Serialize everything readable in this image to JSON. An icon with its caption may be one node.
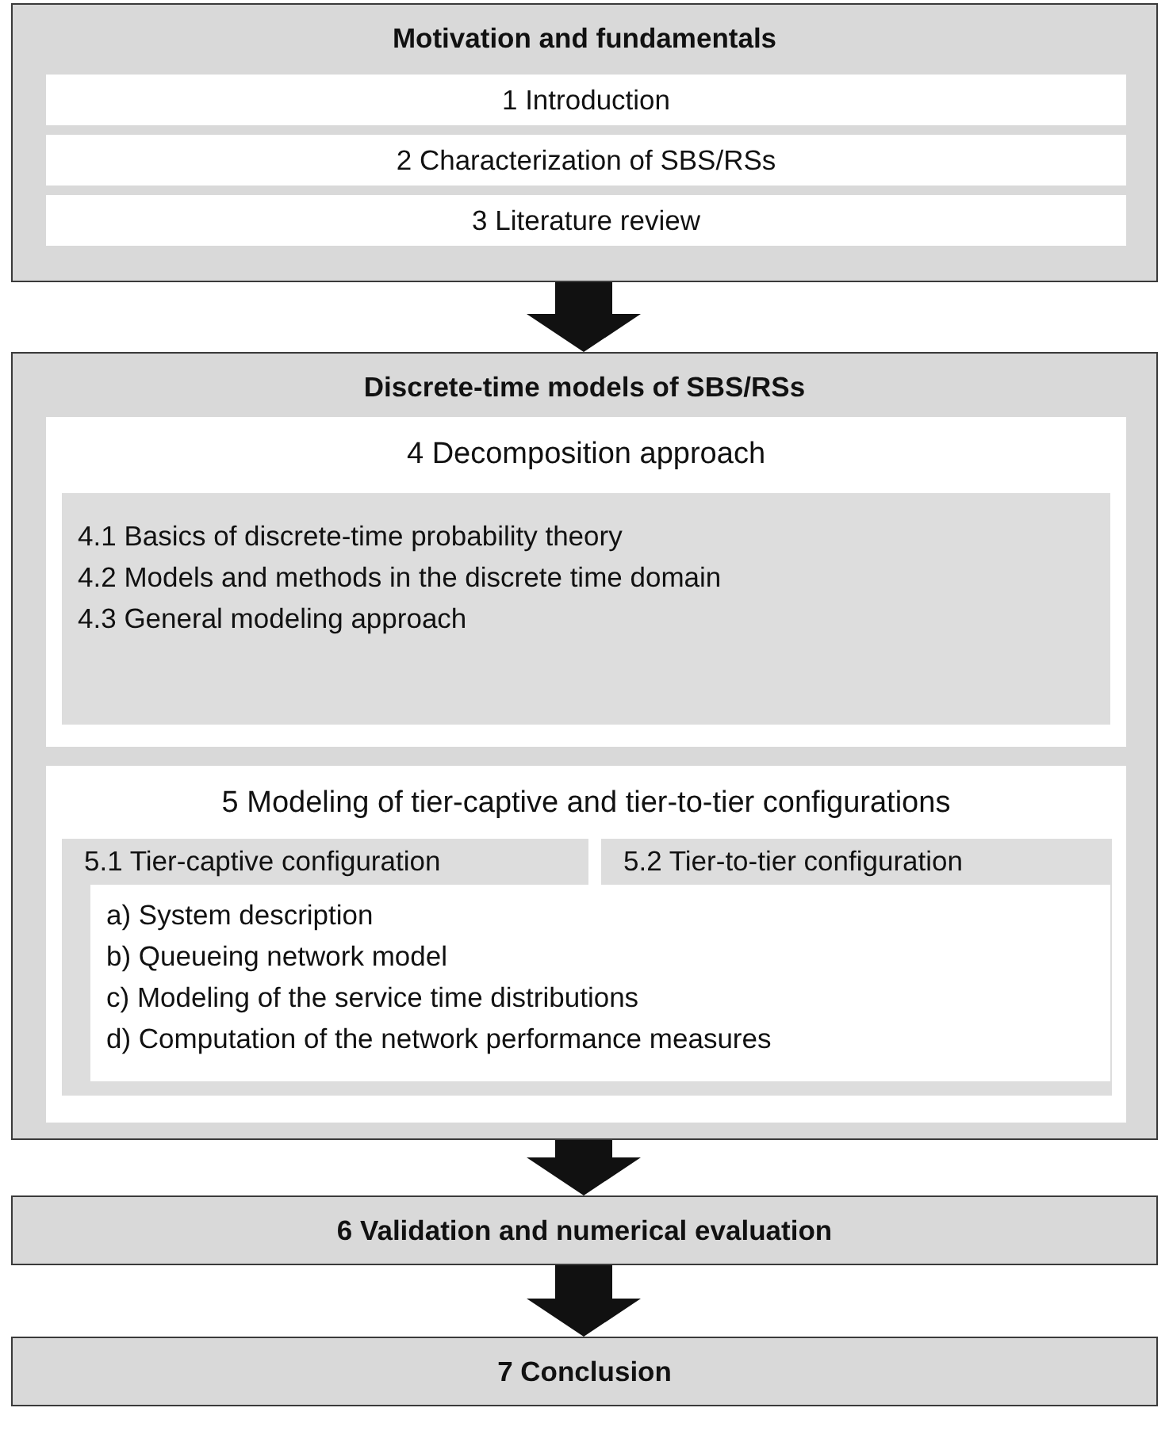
{
  "diagram": {
    "nodes": [
      {
        "text": [
          "Motivation and fundamentals"
        ]
      },
      {
        "text": [
          "1 Introduction"
        ],
        "in": 0
      },
      {
        "text": [
          "2 Characterization of SBS/RSs"
        ],
        "in": 0
      },
      {
        "text": [
          "3 Literature review"
        ],
        "in": 0
      },
      {
        "text": [
          "Discrete-time models of SBS/RSs"
        ]
      },
      {
        "text": [
          "4 Decomposition approach"
        ],
        "in": 4
      },
      {
        "text": [
          "4.1 Basics of discrete-time probability theory",
          "4.2 Models and methods in the discrete time domain",
          "4.3 General modeling approach"
        ],
        "in": 5
      },
      {
        "text": [
          "5 Modeling of tier-captive and tier-to-tier configurations"
        ],
        "in": 4
      },
      {
        "text": [
          "5.1 Tier-captive configuration"
        ],
        "in": 7
      },
      {
        "text": [
          "5.2 Tier-to-tier configuration"
        ],
        "in": 7
      },
      {
        "text": [
          "a) System description",
          "b) Queueing network model",
          "c) Modeling of the service time distributions",
          "d) Computation of the network performance measures"
        ],
        "in": 7
      },
      {
        "text": [
          "6 Validation and numerical evaluation"
        ]
      },
      {
        "text": [
          "7 Conclusion"
        ]
      }
    ],
    "edges": [
      {
        "from": 0,
        "to": 4,
        "arrow": "to",
        "style": "thick"
      },
      {
        "from": 4,
        "to": 11,
        "arrow": "to",
        "style": "thick"
      },
      {
        "from": 11,
        "to": 12,
        "arrow": "to",
        "style": "thick"
      }
    ]
  }
}
